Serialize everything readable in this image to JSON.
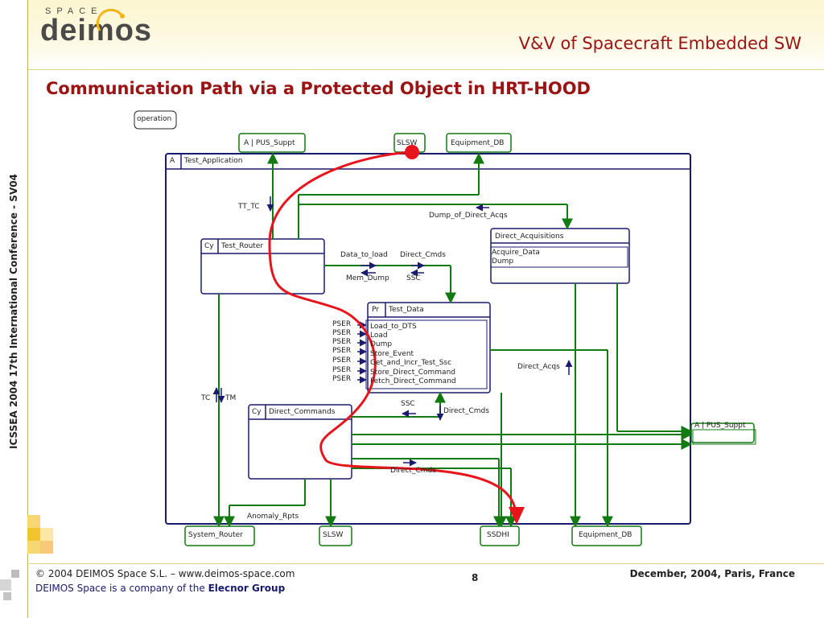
{
  "header": {
    "logo_text": "deimos",
    "logo_space": "SPACE",
    "title": "V&V of Spacecraft Embedded SW",
    "sidebar_text": "ICSSEA 2004 17th International Conference - SV04"
  },
  "slide": {
    "title": "Communication Path via a Protected Object in HRT-HOOD"
  },
  "diagram": {
    "legend": "operation",
    "outer": {
      "kind": "A",
      "name": "Test_Application"
    },
    "external_top": [
      "A | PUS_Suppt",
      "SLSW",
      "Equipment_DB"
    ],
    "external_right": "A | PUS_Suppt",
    "external_bottom": [
      "System_Router",
      "SLSW",
      "SSDHI",
      "Equipment_DB"
    ],
    "test_router": {
      "kind": "Cy",
      "name": "Test_Router"
    },
    "direct_acquisitions": {
      "name": "Direct_Acquisitions",
      "ops": [
        "Acquire_Data",
        "Dump"
      ]
    },
    "test_data": {
      "kind": "Pr",
      "name": "Test_Data",
      "ops": [
        "Load_to_DTS",
        "Load",
        "Dump",
        "Store_Event",
        "Get_and_Incr_Test_Ssc",
        "Store_Direct_Command",
        "Fetch_Direct_Command"
      ],
      "pser": "PSER"
    },
    "direct_commands": {
      "kind": "Cy",
      "name": "Direct_Commands"
    },
    "flows": {
      "tt_tc": "TT_TC",
      "dump_of_direct_acqs": "Dump_of_Direct_Acqs",
      "data_to_load": "Data_to_load",
      "direct_cmds_1": "Direct_Cmds",
      "mem_dump": "Mem_Dump",
      "ssc_1": "SSC",
      "direct_acqs": "Direct_Acqs",
      "tc": "TC",
      "tm": "TM",
      "ssc_2": "SSC",
      "direct_cmds_2": "Direct_Cmds",
      "direct_cmds_3": "Direct_Cmds",
      "anomaly_rpts": "Anomaly_Rpts"
    }
  },
  "footer": {
    "copyright": "© 2004 DEIMOS Space S.L. – www.deimos-space.com",
    "company_prefix": "DEIMOS Space is a company of the ",
    "company_name": "Elecnor Group",
    "page": "8",
    "date": "December, 2004, Paris, France"
  },
  "colors": {
    "title_red": "#9a1414",
    "box_navy": "#1a1a6e",
    "flow_green": "#117a11",
    "path_red": "#e8141c",
    "accent_yellow": "#f4c430"
  }
}
